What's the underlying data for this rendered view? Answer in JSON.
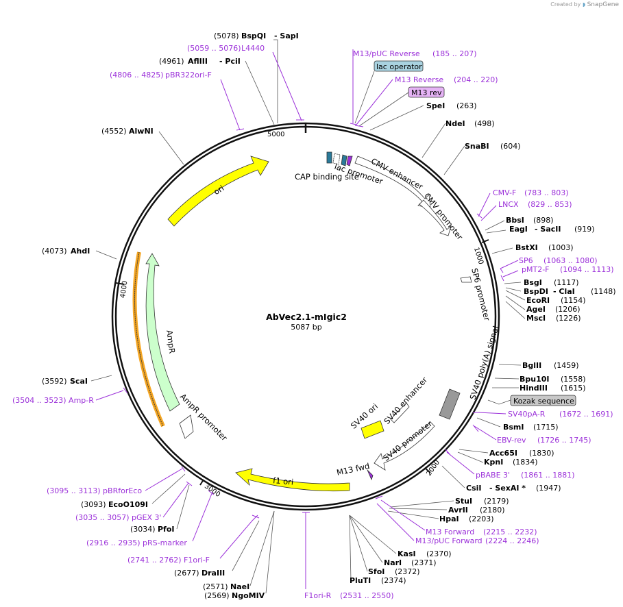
{
  "app": {
    "credit": "Created by",
    "brand": "SnapGene"
  },
  "plasmid": {
    "name": "AbVec2.1-mIgic2",
    "length": "5087 bp"
  },
  "ticks": [
    "1000",
    "2000",
    "3000",
    "4000",
    "5000"
  ],
  "features": {
    "cap": "CAP binding site",
    "lacprom": "lac promoter",
    "cmvenh": "CMV enhancer",
    "cmvprom": "CMV promoter",
    "sp6prom": "SP6 promoter",
    "sv40pa": "SV40 poly(A) signal",
    "sv40enh": "SV40 enhancer",
    "sv40ori": "SV40 ori",
    "sv40prom": "SV40 promoter",
    "m13fwd": "M13 fwd",
    "f1ori": "f1 ori",
    "ampprom": "AmpR promoter",
    "ampr": "AmpR",
    "ori": "ori"
  },
  "boxes": {
    "lacop": "lac operator",
    "m13rev": "M13 rev",
    "kozak": "Kozak sequence"
  },
  "labels": {
    "bspqi_pos": "(5078)",
    "bspqi": "BspQI",
    "sapi": "- SapI",
    "l4440_pos": "(5059 .. 5076)",
    "l4440": "L4440",
    "aflIII_pos": "(4961)",
    "aflIII": "AflIII",
    "pcii": "- PciI",
    "pbr322_pos": "(4806 .. 4825)",
    "pbr322": "pBR322ori-F",
    "alwni_pos": "(4552)",
    "alwni": "AlwNI",
    "ahdi_pos": "(4073)",
    "ahdi": "AhdI",
    "scai_pos": "(3592)",
    "scai": "ScaI",
    "ampR_p": "(3504 .. 3523)  Amp-R",
    "pbrfor_p": "(3095 .. 3113)  pBRforEco",
    "eco_pos": "(3093)",
    "eco": "EcoO109I",
    "pgex_p": "(3035 .. 3057)  pGEX 3'",
    "pfoi_pos": "(3034)",
    "pfoi": "PfoI",
    "prs_p": "(2916 .. 2935)  pRS-marker",
    "f1f_p": "(2741 .. 2762)  F1ori-F",
    "dra_pos": "(2677)",
    "dra": "DraIII",
    "nae_pos": "(2571)",
    "nae": "NaeI",
    "ngo_pos": "(2569)",
    "ngo": "NgoMIV",
    "f1r_name": "F1ori-R",
    "f1r_pos": "(2531 .. 2550)",
    "m13puc_rev": "M13/pUC Reverse",
    "m13puc_rev_pos": "(185 .. 207)",
    "m13reverse": "M13 Reverse",
    "m13reverse_pos": "(204 .. 220)",
    "spei": "SpeI",
    "spei_pos": "(263)",
    "ndei": "NdeI",
    "ndei_pos": "(498)",
    "snabi": "SnaBI",
    "snabi_pos": "(604)",
    "cmvf": "CMV-F",
    "cmvf_pos": "(783 .. 803)",
    "lncx": "LNCX",
    "lncx_pos": "(829 .. 853)",
    "bbsi": "BbsI",
    "bbsi_pos": "(898)",
    "eagi": "EagI",
    "sacii": "- SacII",
    "eagi_pos": "(919)",
    "bstxi": "BstXI",
    "bstxi_pos": "(1003)",
    "sp6": "SP6",
    "sp6_pos": "(1063 .. 1080)",
    "pmt2": "pMT2-F",
    "pmt2_pos": "(1094 .. 1113)",
    "bsgi": "BsgI",
    "bsgi_pos": "(1117)",
    "bspdi": "BspDI",
    "clai": "- ClaI",
    "bspdi_pos": "(1148)",
    "ecori": "EcoRI",
    "ecori_pos": "(1154)",
    "agei": "AgeI",
    "agei_pos": "(1206)",
    "msci": "MscI",
    "msci_pos": "(1226)",
    "bglii": "BglII",
    "bglii_pos": "(1459)",
    "bpu": "Bpu10I",
    "bpu_pos": "(1558)",
    "hind": "HindIII",
    "hind_pos": "(1615)",
    "sv40pa_p": "SV40pA-R",
    "sv40pa_p_pos": "(1672 .. 1691)",
    "bsmi": "BsmI",
    "bsmi_pos": "(1715)",
    "ebv": "EBV-rev",
    "ebv_pos": "(1726 .. 1745)",
    "acc": "Acc65I",
    "acc_pos": "(1830)",
    "kpni": "KpnI",
    "kpni_pos": "(1834)",
    "pbabe": "pBABE 3'",
    "pbabe_pos": "(1861 .. 1881)",
    "csii": "CsiI",
    "sexai": "- SexAI *",
    "csii_pos": "(1947)",
    "stui": "StuI",
    "stui_pos": "(2179)",
    "avrii": "AvrII",
    "avrii_pos": "(2180)",
    "hpai": "HpaI",
    "hpai_pos": "(2203)",
    "m13f": "M13 Forward",
    "m13f_pos": "(2215 .. 2232)",
    "m13pucf": "M13/pUC Forward",
    "m13pucf_pos": "(2224 .. 2246)",
    "kasi": "KasI",
    "kasi_pos": "(2370)",
    "nari": "NarI",
    "nari_pos": "(2371)",
    "sfoi": "SfoI",
    "sfoi_pos": "(2372)",
    "pluti": "PluTI",
    "pluti_pos": "(2374)"
  },
  "colors": {
    "ori": "#ffff00",
    "ampr": "#ccffcc",
    "primer": "#9b30d9",
    "orange": "#f5a623",
    "lacop_box": "#a9d2e0",
    "m13rev_box": "#e5b3f5",
    "kozak_box": "#c8c8c8",
    "sv40pa": "#999999"
  }
}
